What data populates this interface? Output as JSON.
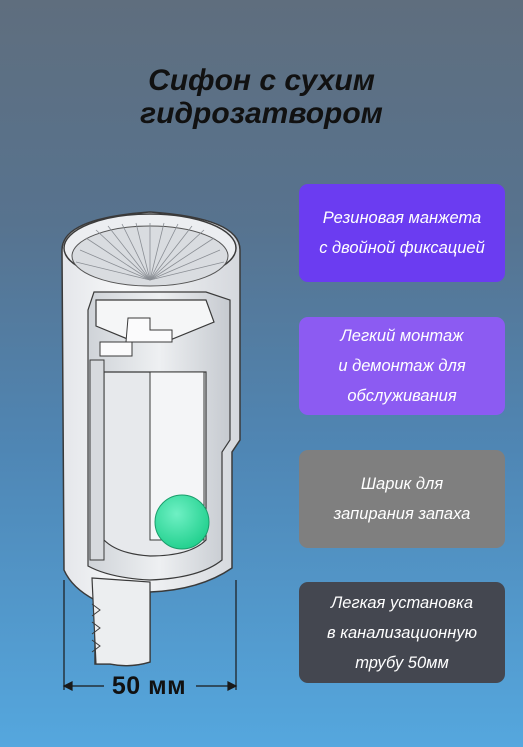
{
  "title": {
    "line1": "Сифон с сухим",
    "line2": "гидрозатвором"
  },
  "features": [
    {
      "lines": [
        "Резиновая манжета",
        "с двойной фиксацией"
      ],
      "color": "#6b3cf1"
    },
    {
      "lines": [
        "Легкий монтаж",
        "и демонтаж для",
        "обслуживания"
      ],
      "color": "#8c5bf2"
    },
    {
      "lines": [
        "Шарик для",
        "запирания запаха"
      ],
      "color": "#7f7f7f"
    },
    {
      "lines": [
        "Легкая установка",
        "в канализационную",
        "трубу 50мм"
      ],
      "color": "#444750"
    }
  ],
  "dimension": {
    "label": "50 мм"
  },
  "colors": {
    "ball": "#2fe0a0",
    "body": "#f2f3f5",
    "outline": "#3a3a3a"
  }
}
